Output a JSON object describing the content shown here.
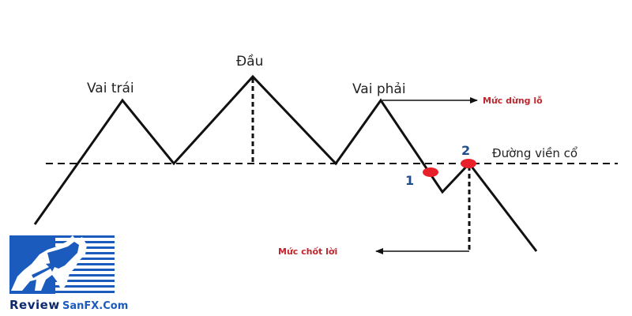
{
  "labels": {
    "left_shoulder": "Vai trái",
    "head": "Đầu",
    "right_shoulder": "Vai phải",
    "neckline": "Đường viền cổ",
    "stop_loss": "Mức dừng lỗ",
    "take_profit": "Mức chốt lời",
    "point_1": "1",
    "point_2": "2"
  },
  "logo": {
    "review": "Review",
    "brand": "SanFX.Com"
  },
  "colors": {
    "line": "#111111",
    "marker": "#e8202a",
    "arrow_label": "#c0262d",
    "point_number": "#1f4e8c",
    "logo_blue": "#1b5bbd"
  }
}
